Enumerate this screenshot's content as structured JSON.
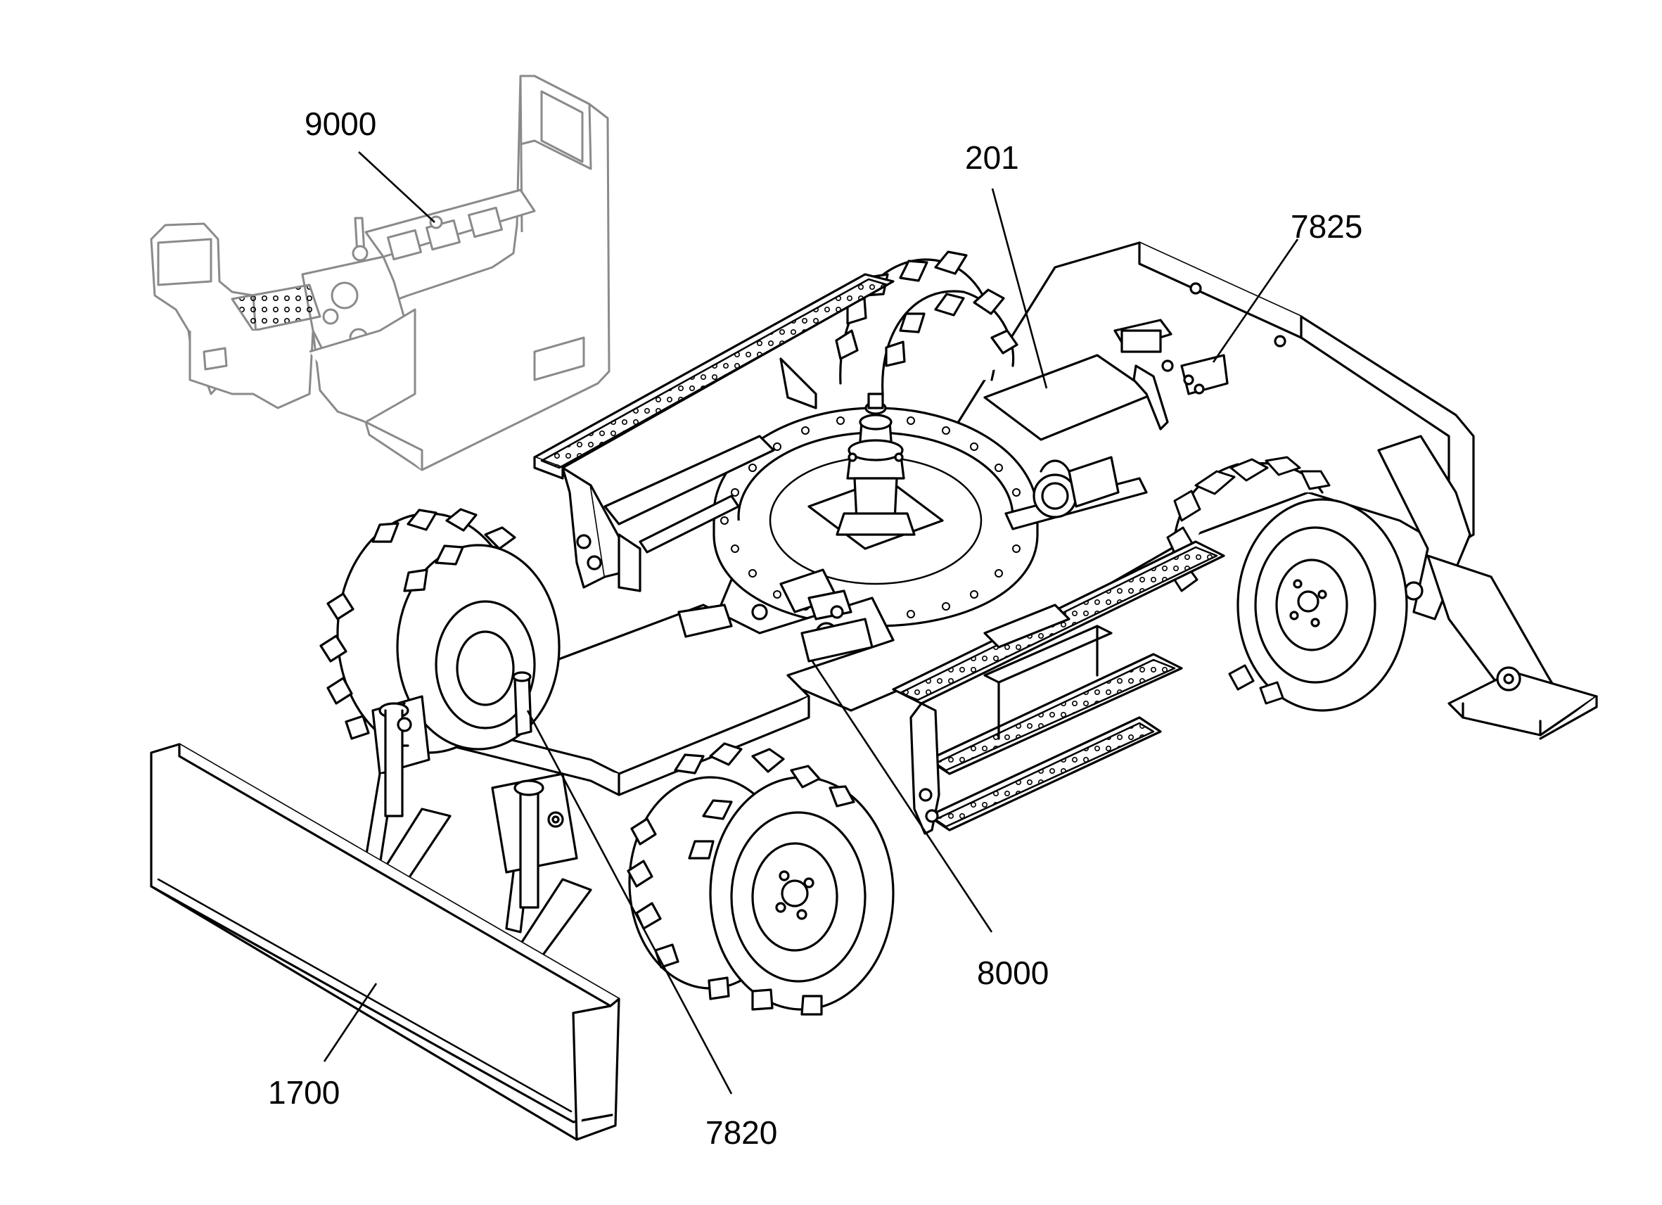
{
  "diagram": {
    "callouts": [
      {
        "id": "9000",
        "label": "9000"
      },
      {
        "id": "201",
        "label": "201"
      },
      {
        "id": "7825",
        "label": "7825"
      },
      {
        "id": "8000",
        "label": "8000"
      },
      {
        "id": "1700",
        "label": "1700"
      },
      {
        "id": "7820",
        "label": "7820"
      }
    ]
  }
}
